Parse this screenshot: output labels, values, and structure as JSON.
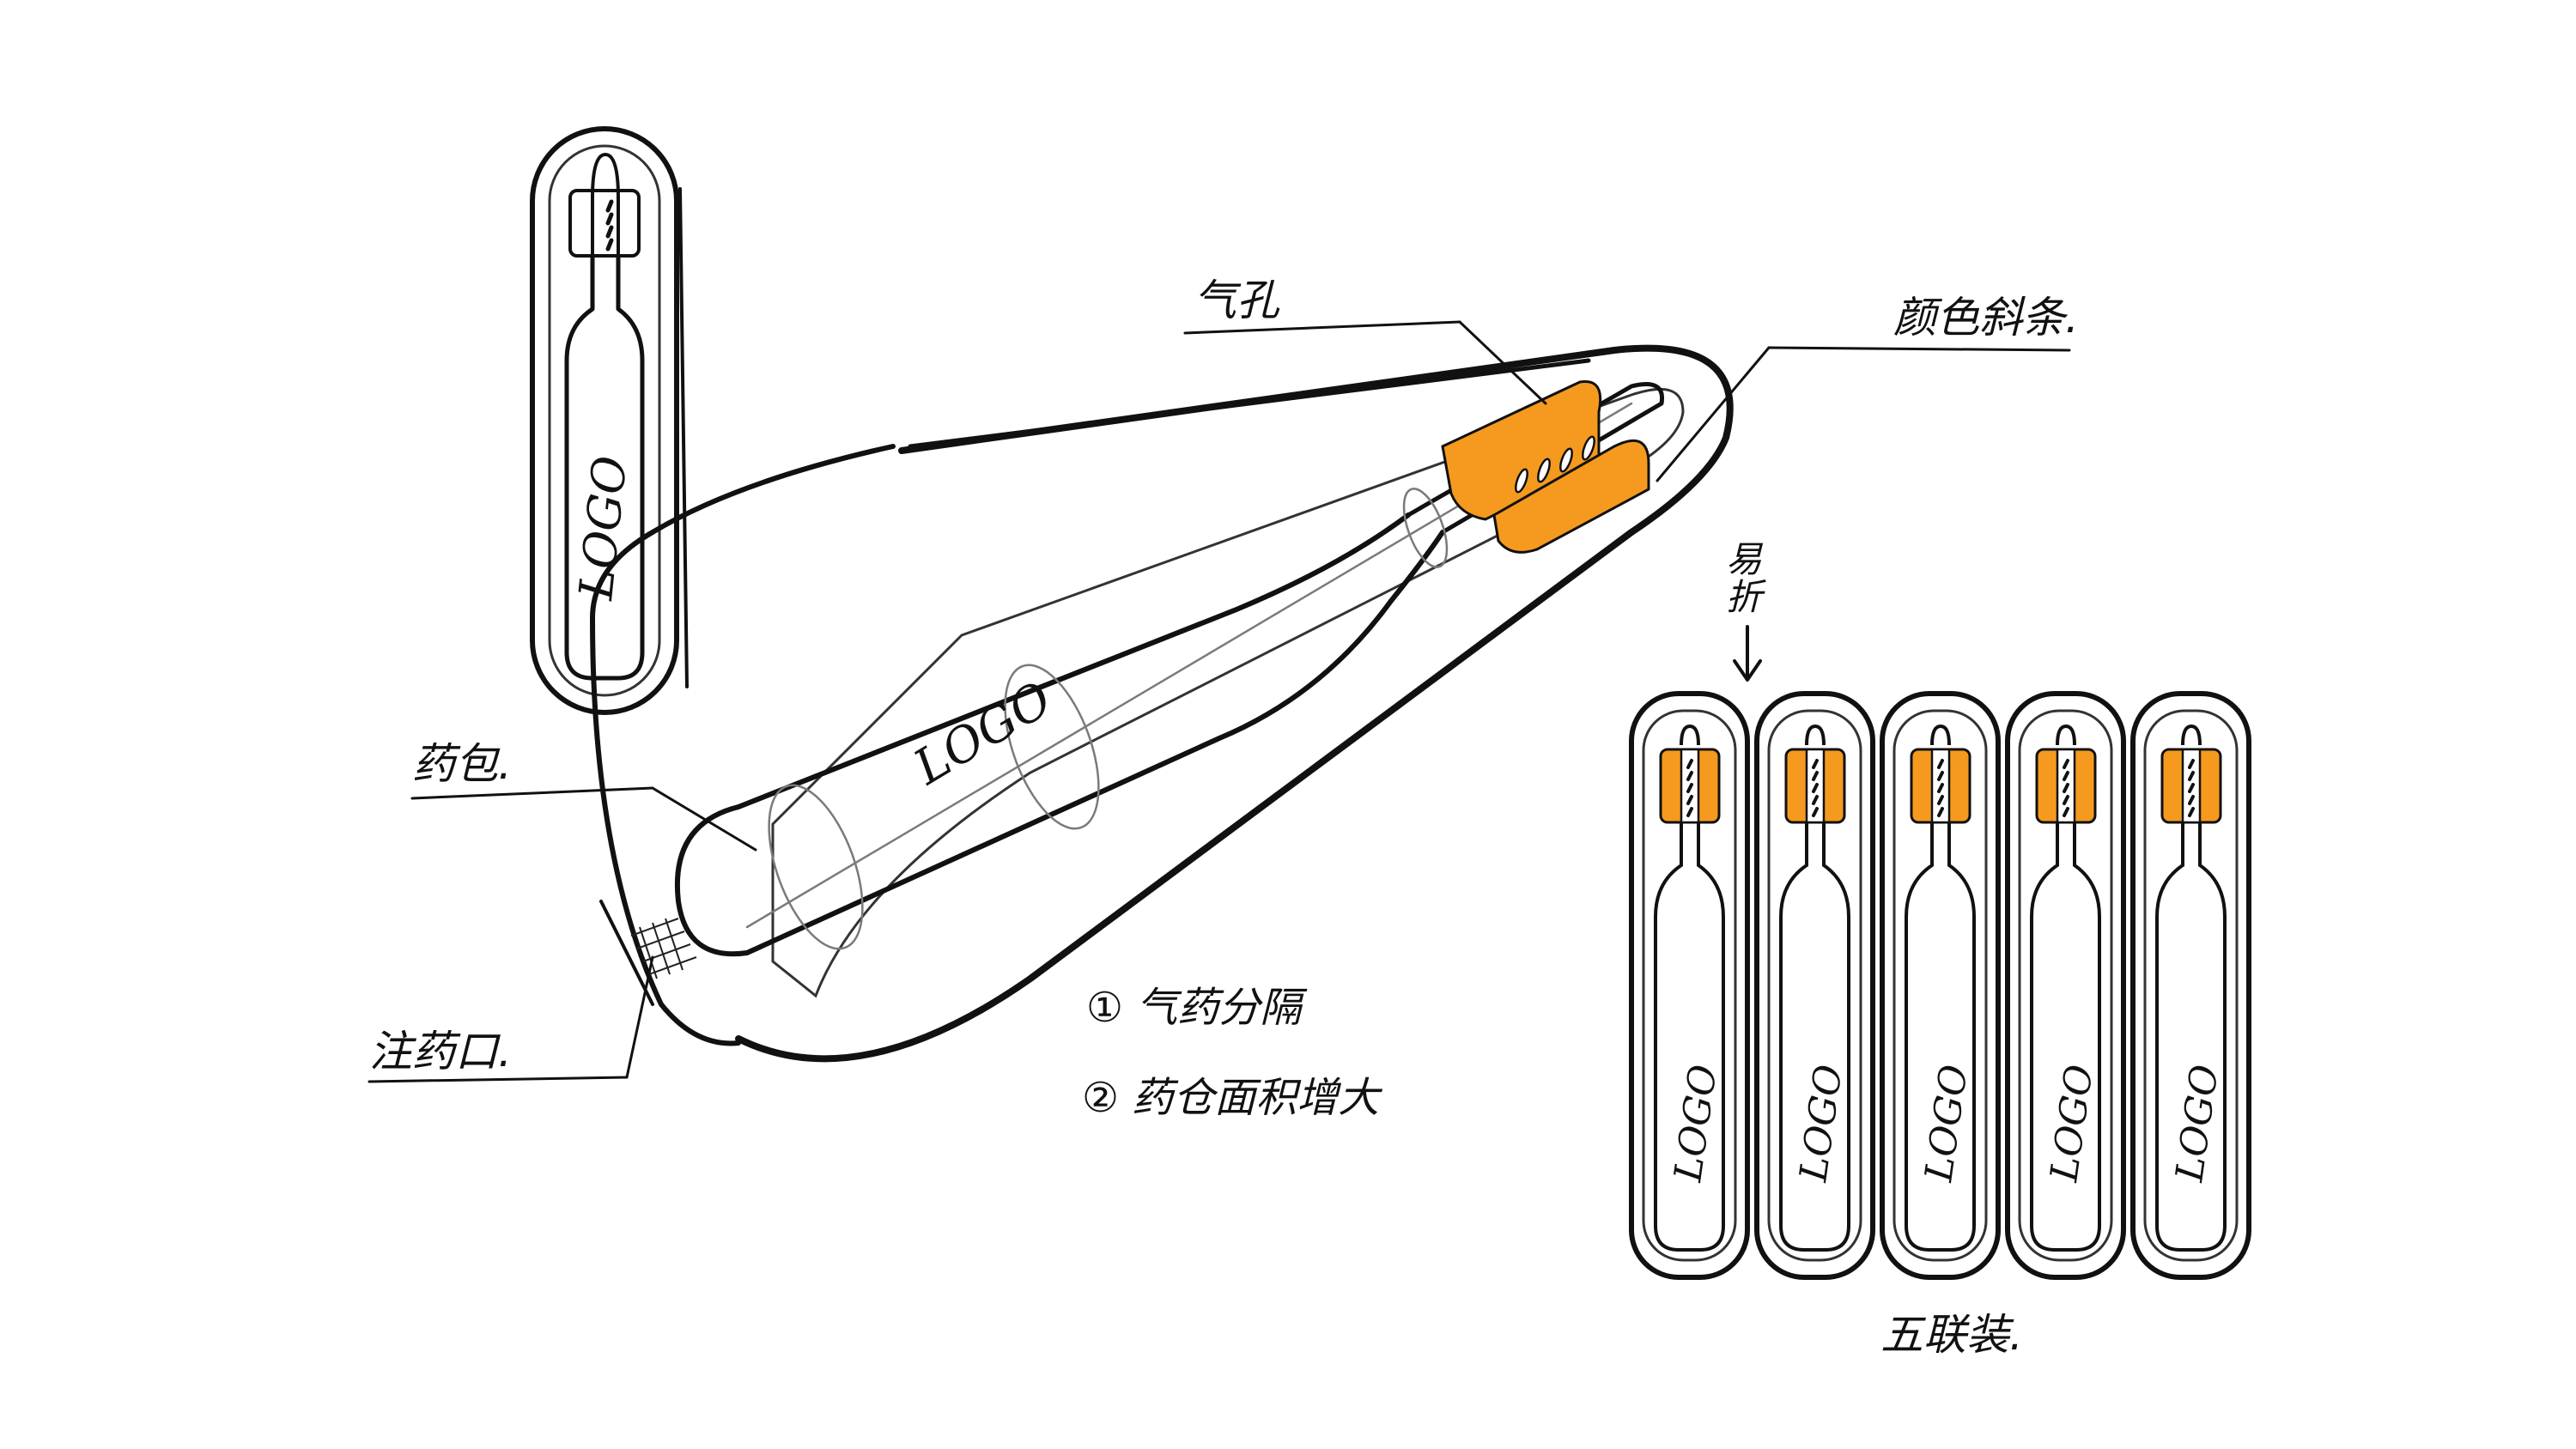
{
  "labels": {
    "air_hole": "气孔",
    "color_stripe": "颜色斜条.",
    "medicine_bag": "药包.",
    "injection_port": "注药口.",
    "easy_break": "易折",
    "five_pack": "五联装.",
    "note_1": "① 气药分隔",
    "note_2": "② 药仓面积增大"
  },
  "logo_text": "LOGO",
  "colors": {
    "accent": "#F59A1E",
    "ink": "#111111",
    "background": "#FFFFFF"
  },
  "icons": {
    "arrow": "arrow-down-icon"
  },
  "pack_count": 5
}
